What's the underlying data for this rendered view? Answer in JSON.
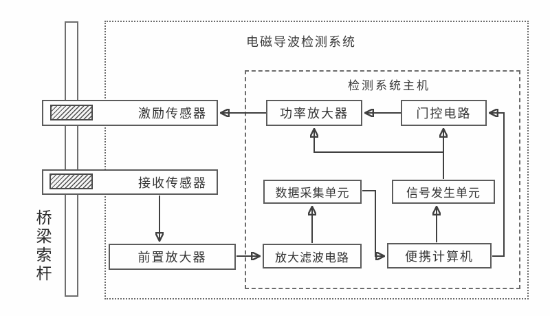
{
  "diagram": {
    "title": "电磁导波检测系统",
    "inner_title": "检测系统主机",
    "rod_label": "桥梁索杆",
    "nodes": {
      "excitation_sensor": "激励传感器",
      "receiving_sensor": "接收传感器",
      "power_amplifier": "功率放大器",
      "gate_circuit": "门控电路",
      "data_acquisition_unit": "数据采集单元",
      "signal_generator_unit": "信号发生单元",
      "preamplifier": "前置放大器",
      "amplify_filter_circuit": "放大滤波电路",
      "portable_computer": "便携计算机"
    },
    "edges": [
      {
        "from": "功率放大器",
        "to": "激励传感器"
      },
      {
        "from": "门控电路",
        "to": "功率放大器"
      },
      {
        "from": "信号发生单元",
        "to": "门控电路"
      },
      {
        "from": "信号发生单元",
        "to": "功率放大器"
      },
      {
        "from": "便携计算机",
        "to": "信号发生单元"
      },
      {
        "from": "便携计算机",
        "to": "门控电路"
      },
      {
        "from": "数据采集单元",
        "to": "便携计算机"
      },
      {
        "from": "放大滤波电路",
        "to": "数据采集单元"
      },
      {
        "from": "前置放大器",
        "to": "放大滤波电路"
      },
      {
        "from": "接收传感器",
        "to": "前置放大器"
      }
    ],
    "colors": {
      "background": "#fefefe",
      "line": "#3f3f3f",
      "box_border": "#5b5b5b",
      "boundary": "#6a6a6a",
      "text": "#333333"
    }
  }
}
